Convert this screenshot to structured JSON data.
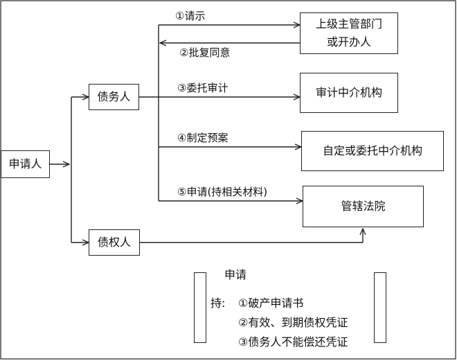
{
  "nodes": {
    "applicant": "申请人",
    "debtor": "债务人",
    "creditor": "债权人",
    "superior": [
      "上级主管部门",
      "或开办人"
    ],
    "audit": "审计中介机构",
    "plan_maker": "自定或委托中介机构",
    "court": "管辖法院"
  },
  "steps": {
    "s1": "①请示",
    "s2": "②批复同意",
    "s3": "③委托审计",
    "s4": "④制定预案",
    "s5": "⑤申请(持相关材料)"
  },
  "legend": {
    "title": "申请",
    "prefix": "持:",
    "items": [
      "①破产申请书",
      "②有效、到期债权凭证",
      "③债务人不能偿还凭证"
    ]
  },
  "colors": {
    "line": "#222222",
    "background": "#ffffff"
  }
}
